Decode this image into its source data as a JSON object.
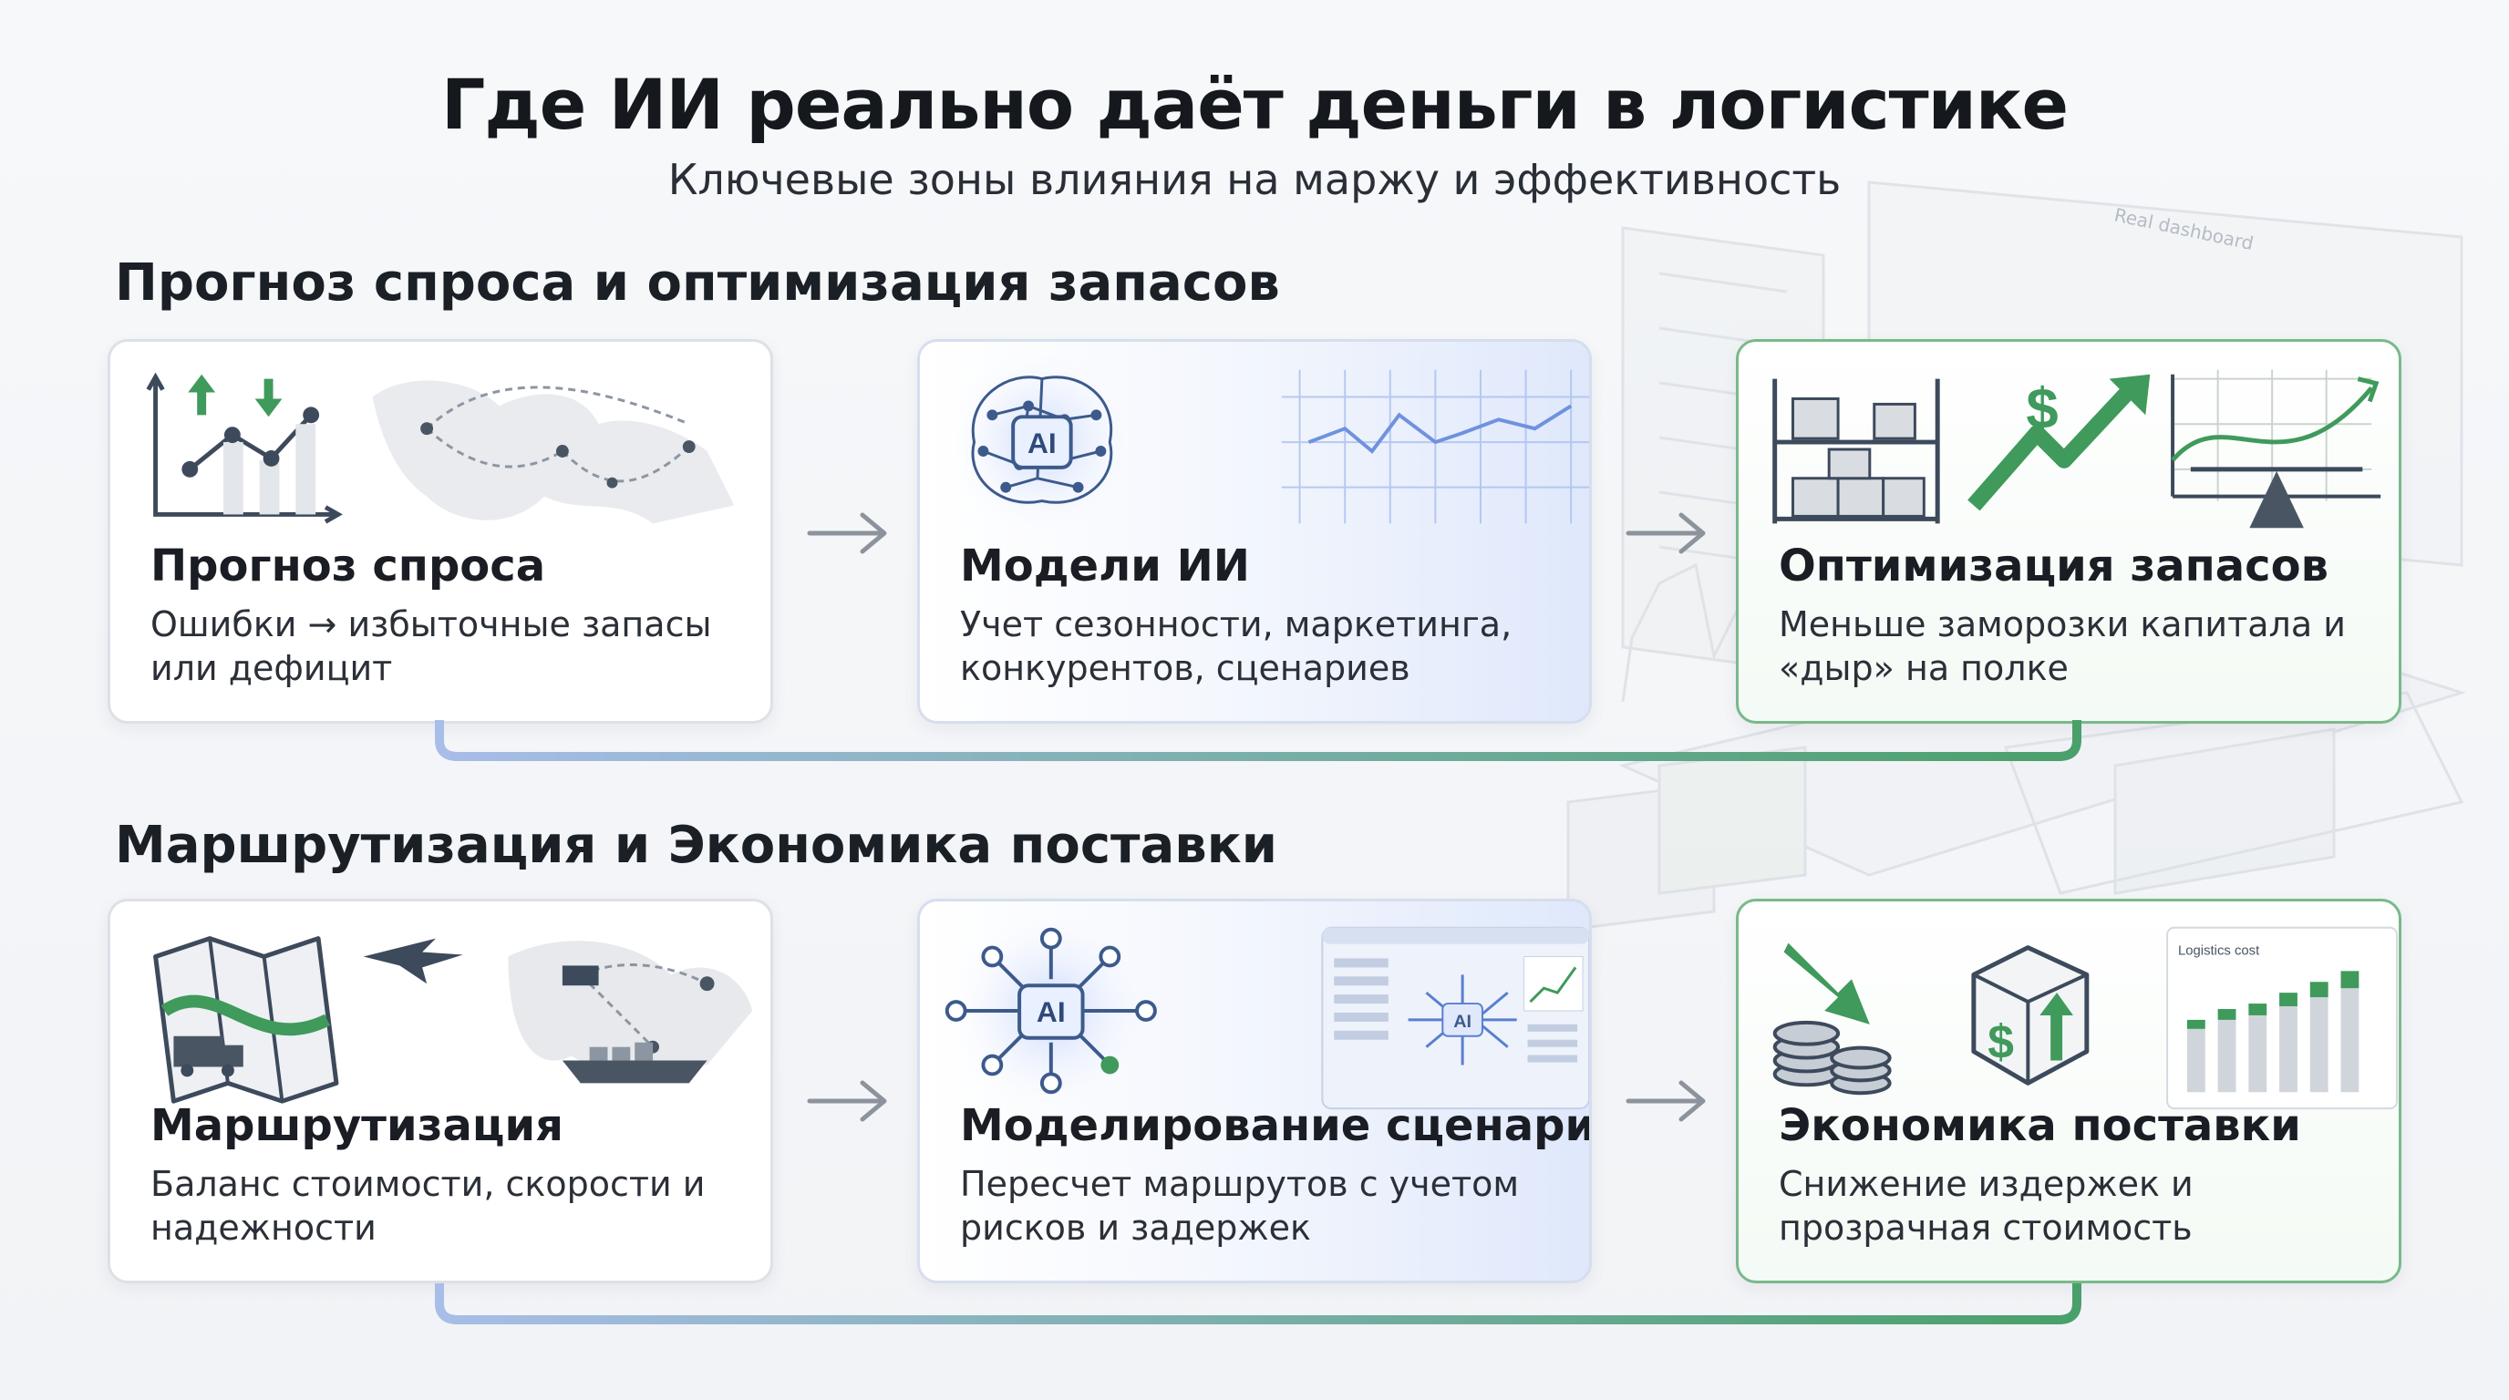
{
  "header": {
    "title": "Где ИИ реально даёт деньги в логистике",
    "subtitle": "Ключевые зоны влияния на маржу и эффективность"
  },
  "background": {
    "dashboard_label": "Real dashboard"
  },
  "colors": {
    "accent_blue": "#5a7fd0",
    "accent_green": "#3f9a5c",
    "icon_slate": "#3d4a5c"
  },
  "sections": [
    {
      "title": "Прогноз спроса и оптимизация запасов",
      "cards": [
        {
          "title": "Прогноз спроса",
          "desc": "Ошибки → избыточные запасы или дефицит",
          "icon": "growth-chart-icon"
        },
        {
          "title": "Модели ИИ",
          "desc": "Учет сезонности, маркетинга, конкурентов, сценариев",
          "icon": "ai-brain-icon",
          "badge": "AI"
        },
        {
          "title": "Оптимизация запасов",
          "desc": "Меньше заморозки капитала и «дыр» на полке",
          "icon": "warehouse-shelf-icon",
          "currency": "$"
        }
      ]
    },
    {
      "title": "Маршрутизация и Экономика поставки",
      "cards": [
        {
          "title": "Маршрутизация",
          "desc": "Баланс стоимости, скорости и надежности",
          "icon": "route-map-icon"
        },
        {
          "title": "Моделирование сценариев",
          "desc": "Пересчет маршрутов с учетом рисков и задержек",
          "icon": "ai-network-icon",
          "badge": "AI"
        },
        {
          "title": "Экономика поставки",
          "desc": "Снижение издержек и прозрачная стоимость",
          "icon": "cost-coins-icon",
          "currency": "$",
          "chart_label": "Logistics cost"
        }
      ]
    }
  ]
}
